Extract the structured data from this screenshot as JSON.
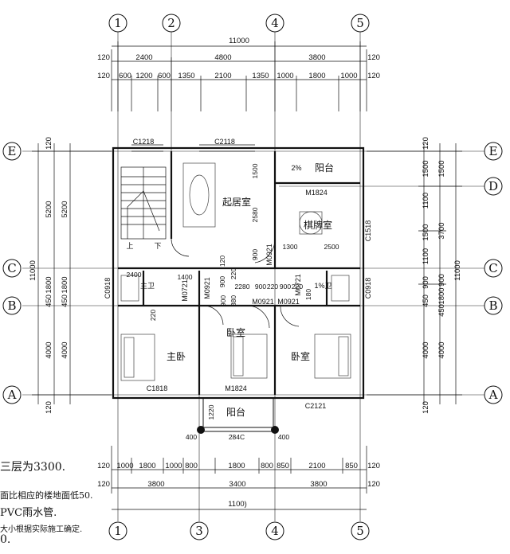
{
  "axes": {
    "top": [
      "1",
      "2",
      "4",
      "5"
    ],
    "bottom": [
      "1",
      "3",
      "4",
      "5"
    ],
    "left": [
      "E",
      "C",
      "B",
      "A"
    ],
    "right": [
      "E",
      "D",
      "C",
      "B",
      "A"
    ]
  },
  "dims": {
    "top_total": "11000",
    "top_end": "120",
    "top_row1": [
      "2400",
      "4800",
      "3800"
    ],
    "top_row2": [
      "600",
      "1200",
      "600",
      "1350",
      "2100",
      "1350",
      "1000",
      "1800",
      "1000"
    ],
    "bottom_row1": [
      "1000",
      "1800",
      "1000",
      "800",
      "1800",
      "800",
      "850",
      "2100",
      "850"
    ],
    "bottom_row2": [
      "3800",
      "3400",
      "3800"
    ],
    "bottom_total": "1100)",
    "left_total": "11000",
    "left_a": [
      "5200",
      "1800",
      "450",
      "4000"
    ],
    "left_b": [
      "5200",
      "1800",
      "450",
      "4000"
    ],
    "right_a": [
      "1500",
      "1100",
      "1500",
      "1100",
      "900",
      "450",
      "4000"
    ],
    "right_b": [
      "1500",
      "3700",
      "900",
      "1800",
      "450",
      "4000"
    ],
    "right_total": "11000",
    "interior": [
      "2400",
      "1400",
      "1300",
      "2500",
      "1500",
      "2580",
      "900",
      "120",
      "900",
      "220",
      "2280",
      "900",
      "220",
      "900",
      "220",
      "900",
      "880",
      "220",
      "1220",
      "400",
      "400",
      "284C",
      "180"
    ]
  },
  "rooms": {
    "living": "起居室",
    "card_room": "棋牌室",
    "balcony_top": "阳台",
    "balcony_top_prefix": "2%",
    "master_bed": "主卧",
    "bedroom_mid": "卧室",
    "bedroom_right": "卧室",
    "balcony_bottom": "阳台",
    "wc_left": "主卫",
    "wc_right": "卫",
    "wc_right_prefix": "1%",
    "stair_up": "上",
    "stair_down": "下"
  },
  "tags": {
    "c1218": "C1218",
    "c2118": "C2118",
    "m1824_top": "M1824",
    "c1518": "C1518",
    "m0921_a": "M0921",
    "m0921_b": "M0921",
    "m0921_c": "M0921",
    "m0921_d": "M0921",
    "m0721_a": "M0721",
    "m0721_b": "M0721",
    "c0918_l": "C0918",
    "c0918_r": "C0918",
    "c1818": "C1818",
    "m1824_bot": "M1824",
    "c2121": "C2121"
  },
  "notes": [
    "三层为3300.",
    "面比相应的楼地面低50.",
    "PVC雨水管.",
    "大小根据实际施工确定.",
    "0."
  ]
}
